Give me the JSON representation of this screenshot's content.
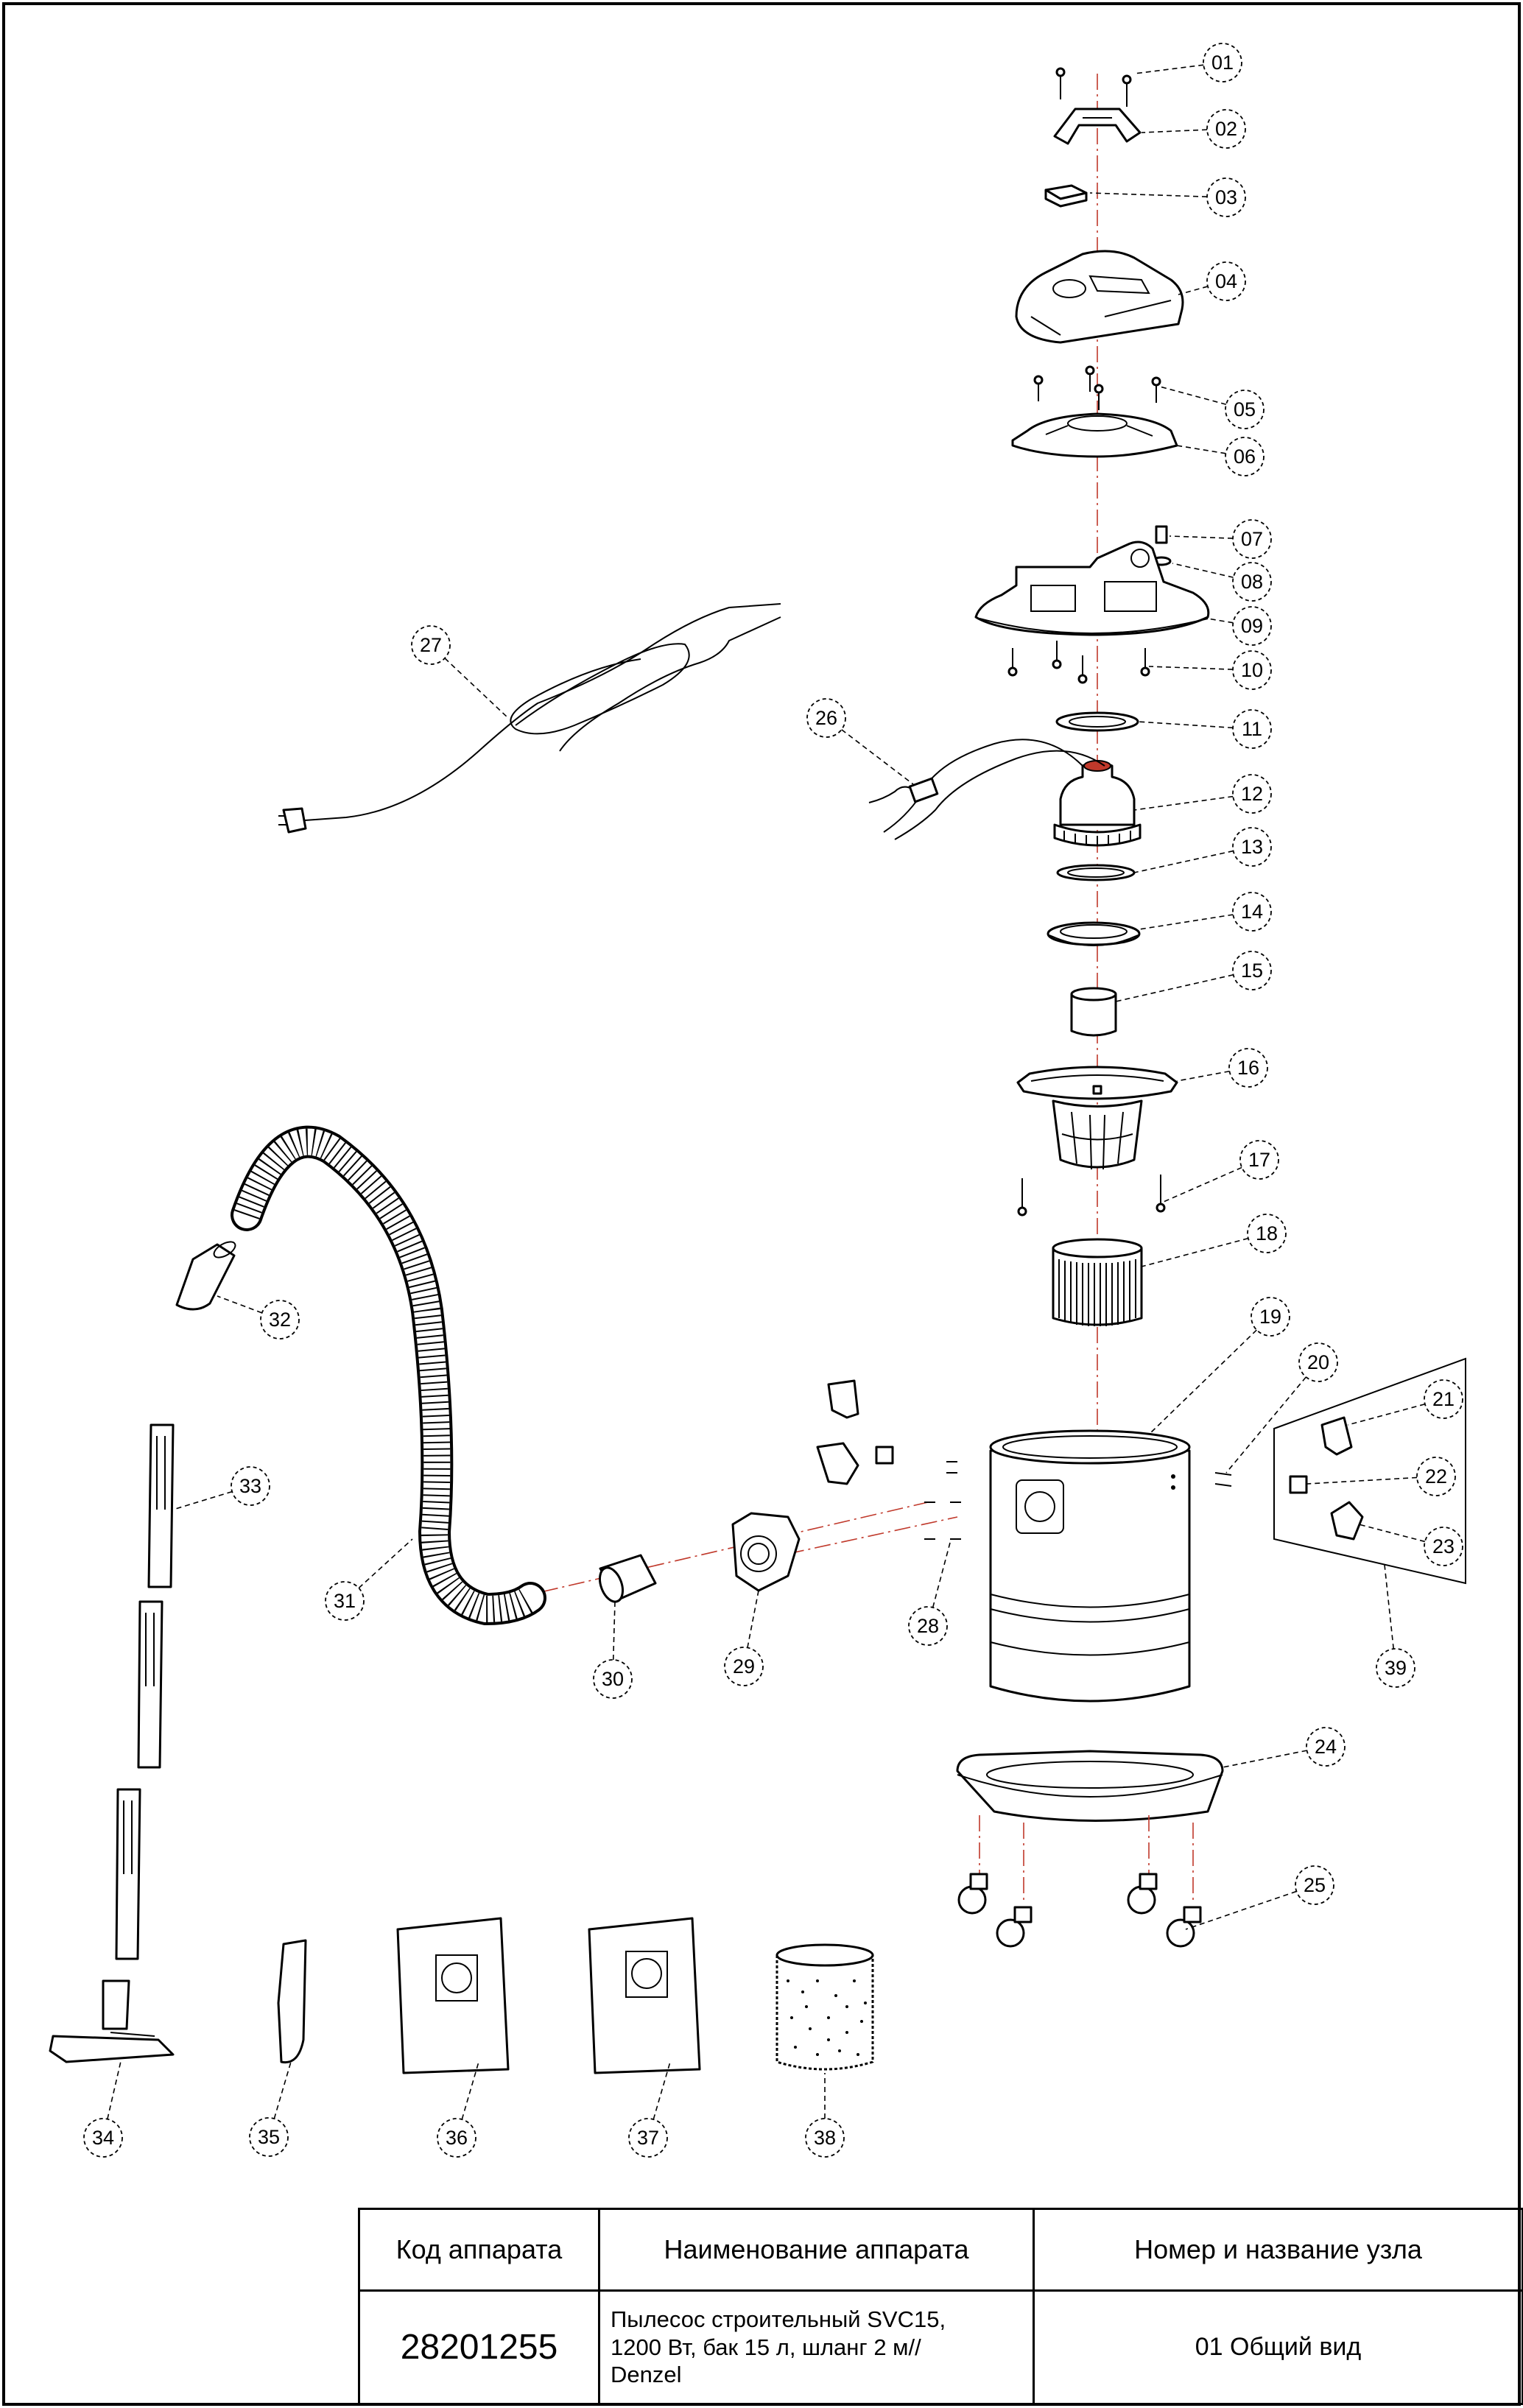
{
  "part_callouts": [
    "01",
    "02",
    "03",
    "04",
    "05",
    "06",
    "07",
    "08",
    "09",
    "10",
    "11",
    "12",
    "13",
    "14",
    "15",
    "16",
    "17",
    "18",
    "19",
    "20",
    "21",
    "22",
    "23",
    "24",
    "25",
    "26",
    "27",
    "28",
    "29",
    "30",
    "31",
    "32",
    "33",
    "34",
    "35",
    "36",
    "37",
    "38",
    "39"
  ],
  "title_block": {
    "headers": {
      "code": "Код аппарата",
      "name": "Наименование аппарата",
      "node": "Номер и название узла"
    },
    "code": "28201255",
    "name_lines": [
      "Пылесос строительный SVC15,",
      "1200 Вт, бак 15 л, шланг 2 м//",
      "Denzel"
    ],
    "node": "01 Общий вид"
  },
  "colors": {
    "line": "#000000",
    "axis": "#c0392b",
    "motor_accent": "#c0392b"
  }
}
